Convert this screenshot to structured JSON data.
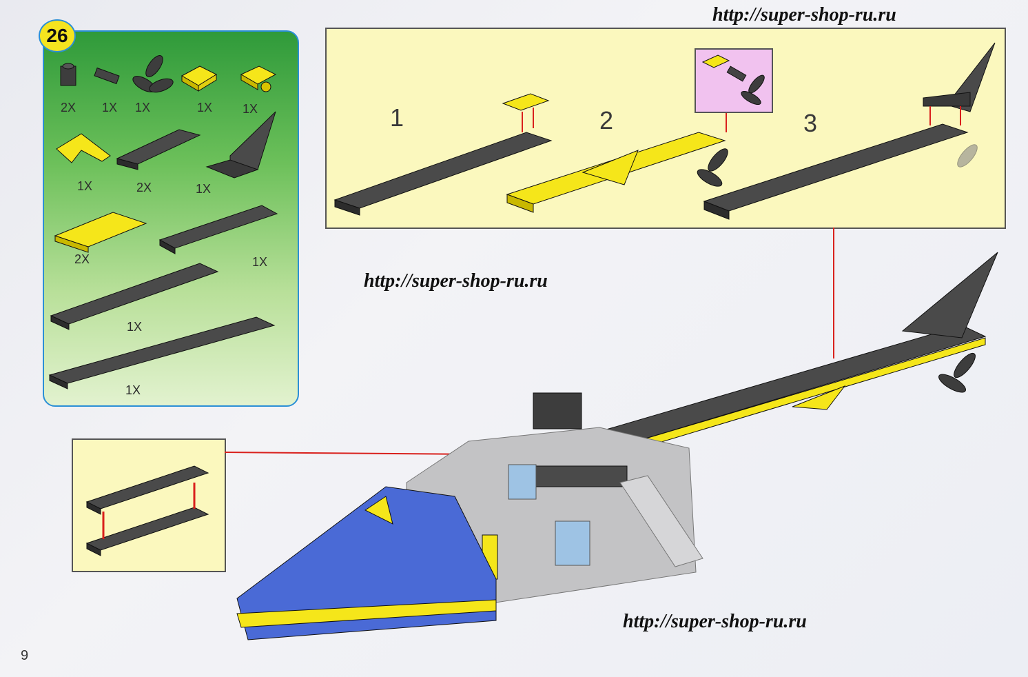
{
  "step_number": "26",
  "page_number": "9",
  "watermarks": [
    "http://super-shop-ru.ru",
    "http://super-shop-ru.ru",
    "http://super-shop-ru.ru"
  ],
  "parts": {
    "row1": [
      "2X",
      "1X",
      "1X",
      "1X",
      "1X"
    ],
    "row2": [
      "1X",
      "2X",
      "1X"
    ],
    "row3": [
      "2X",
      "1X"
    ],
    "row4": [
      "1X"
    ],
    "row5": [
      "1X"
    ]
  },
  "sub_steps": [
    "1",
    "2",
    "3"
  ],
  "colors": {
    "plate_dark": "#3d3d3d",
    "plate_yellow": "#f5e61a",
    "body_blue": "#4a6ad6",
    "body_gray": "#bcbcbc",
    "arrow_red": "#d9201c"
  }
}
